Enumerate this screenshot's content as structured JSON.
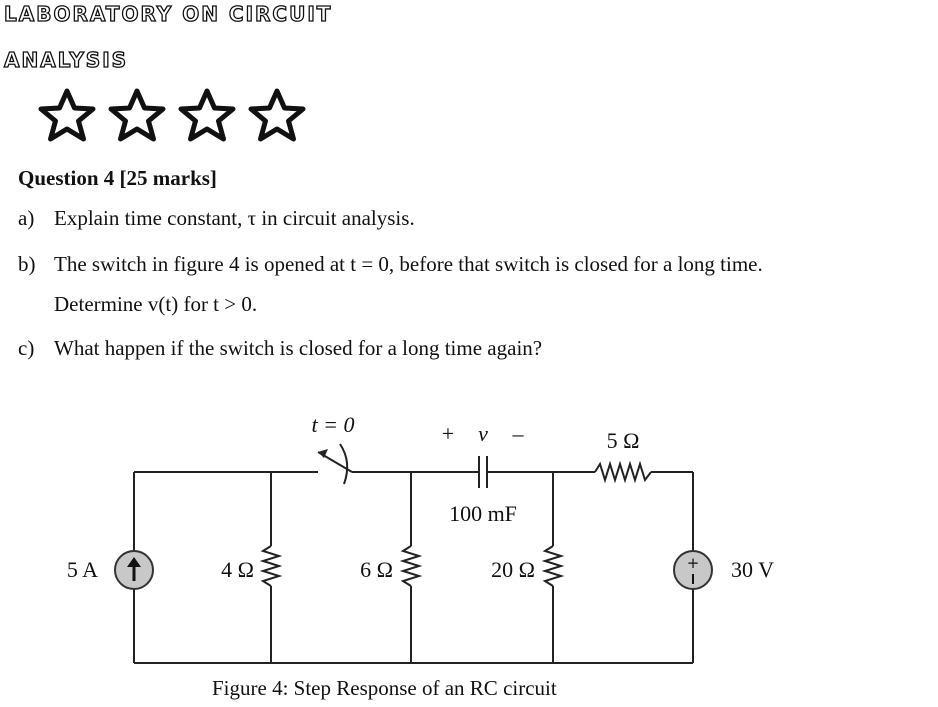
{
  "header": {
    "title_line1": "LABORATORY ON CIRCUIT",
    "title_line2": "ANALYSIS",
    "rating": {
      "filled": 0,
      "total": 4
    }
  },
  "question": {
    "heading": "Question 4 [25 marks]",
    "items": [
      {
        "letter": "a)",
        "text": "Explain time constant, τ in circuit analysis."
      },
      {
        "letter": "b)",
        "text": "The switch in figure 4 is opened at t = 0, before that switch is closed for a long time.",
        "continuation": "Determine v(t) for t > 0."
      },
      {
        "letter": "c)",
        "text": "What happen if the switch is closed for a long time again?"
      }
    ]
  },
  "figure": {
    "current_source": "5 A",
    "r1": "4 Ω",
    "switch": "t = 0",
    "r2": "6 Ω",
    "voltage_plus": "+",
    "voltage_var": "v",
    "voltage_minus": "–",
    "capacitor": "100 mF",
    "r3": "20 Ω",
    "r4": "5 Ω",
    "voltage_source": "30 V",
    "caption": "Figure 4: Step Response of an RC circuit"
  }
}
